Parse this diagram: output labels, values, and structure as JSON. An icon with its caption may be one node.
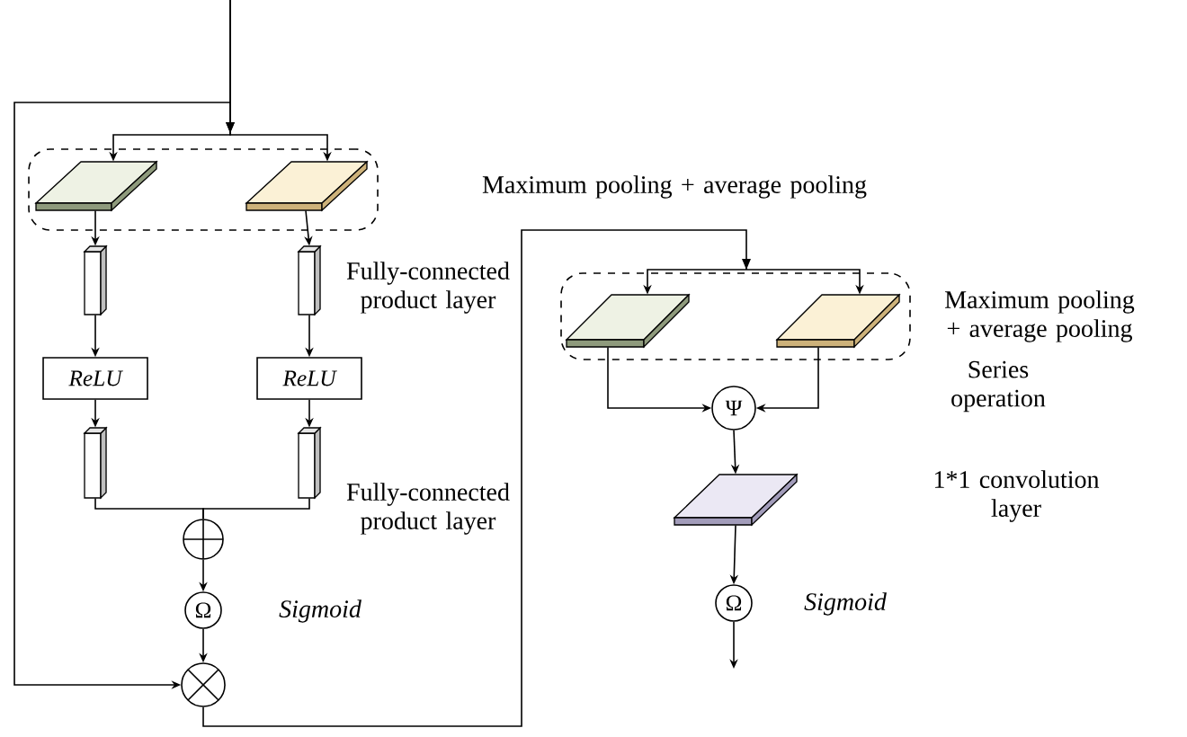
{
  "diagram": {
    "nodes": [
      {
        "text": [],
        "shape": "box"
      },
      {
        "text": [],
        "shape": "box",
        "in": 0
      },
      {
        "text": [],
        "shape": "box",
        "in": 0
      },
      {
        "text": [],
        "shape": "bar"
      },
      {
        "text": [],
        "shape": "bar",
        "beside": [
          "Fully-connected product layer"
        ]
      },
      {
        "text": [
          "ReLU"
        ]
      },
      {
        "text": [
          "ReLU"
        ]
      },
      {
        "text": [],
        "shape": "bar"
      },
      {
        "text": [],
        "shape": "bar",
        "beside": [
          "Fully-connected product layer"
        ]
      },
      {
        "text": [],
        "shape": "circle"
      },
      {
        "text": [
          "Ω"
        ],
        "beside": [
          "Sigmoid"
        ]
      },
      {
        "text": [],
        "shape": "circle"
      },
      {
        "text": [],
        "shape": "box",
        "beside": [
          "Maximum pooling + average pooling"
        ]
      },
      {
        "text": [],
        "shape": "box",
        "in": 12
      },
      {
        "text": [],
        "shape": "box",
        "in": 12
      },
      {
        "text": [
          "Ψ"
        ]
      },
      {
        "text": [],
        "shape": "box"
      },
      {
        "text": [
          "Ω"
        ],
        "beside": [
          "Sigmoid"
        ]
      }
    ],
    "edges": [
      {
        "from": null,
        "to": 1,
        "arrow": "to"
      },
      {
        "from": null,
        "to": 2,
        "arrow": "to"
      },
      {
        "from": null,
        "to": 11,
        "arrow": "to"
      },
      {
        "from": 1,
        "to": 3,
        "arrow": "to"
      },
      {
        "from": 2,
        "to": 4,
        "arrow": "to"
      },
      {
        "from": 3,
        "to": 5,
        "arrow": "to"
      },
      {
        "from": 4,
        "to": 6,
        "arrow": "to"
      },
      {
        "from": 5,
        "to": 7,
        "arrow": "to"
      },
      {
        "from": 6,
        "to": 8,
        "arrow": "to"
      },
      {
        "from": 7,
        "to": 9,
        "arrow": "none"
      },
      {
        "from": 8,
        "to": 9,
        "arrow": "none"
      },
      {
        "from": 9,
        "to": 10,
        "arrow": "to"
      },
      {
        "from": 10,
        "to": 11,
        "arrow": "to"
      },
      {
        "from": 11,
        "to": 13,
        "arrow": "to"
      },
      {
        "from": 11,
        "to": 14,
        "arrow": "to"
      },
      {
        "from": 13,
        "to": 15,
        "arrow": "to"
      },
      {
        "from": 14,
        "to": 15,
        "arrow": "to"
      },
      {
        "from": 15,
        "to": 16,
        "arrow": "to"
      },
      {
        "from": 16,
        "to": 17,
        "arrow": "to"
      },
      {
        "from": 17,
        "to": null,
        "arrow": "to"
      }
    ],
    "labels": [
      "Maximum pooling + average pooling",
      "Series operation",
      "1*1 convolution layer"
    ]
  }
}
